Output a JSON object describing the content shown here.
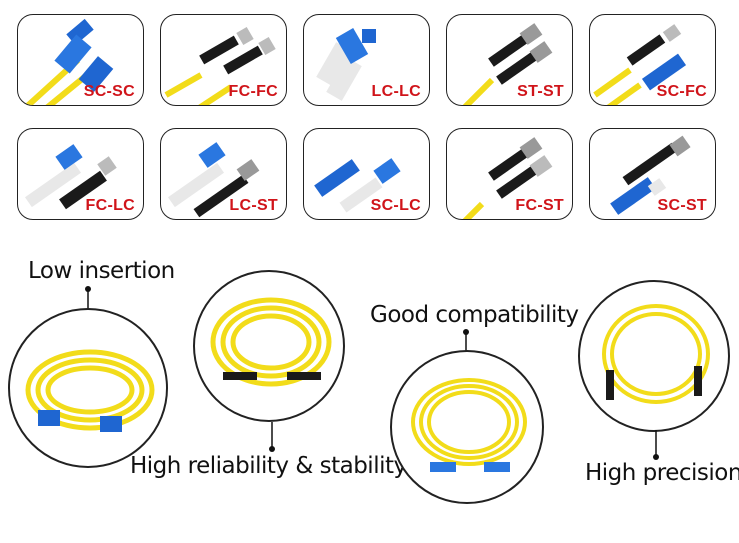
{
  "cards": [
    {
      "label": "SC-SC"
    },
    {
      "label": "FC-FC"
    },
    {
      "label": "LC-LC"
    },
    {
      "label": "ST-ST"
    },
    {
      "label": "SC-FC"
    },
    {
      "label": "FC-LC"
    },
    {
      "label": "LC-ST"
    },
    {
      "label": "SC-LC"
    },
    {
      "label": "FC-ST"
    },
    {
      "label": "SC-ST"
    }
  ],
  "features": {
    "low_insertion": "Low insertion",
    "good_compatibility": "Good compatibility",
    "high_reliability": "High reliability & stability",
    "high_precision": "High precision"
  },
  "colors": {
    "label_red": "#d0141a",
    "cable_yellow": "#f2dc1a",
    "connector_blue": "#1f66d1",
    "connector_black": "#1a1a1a",
    "connector_white": "#e8e8e8"
  }
}
